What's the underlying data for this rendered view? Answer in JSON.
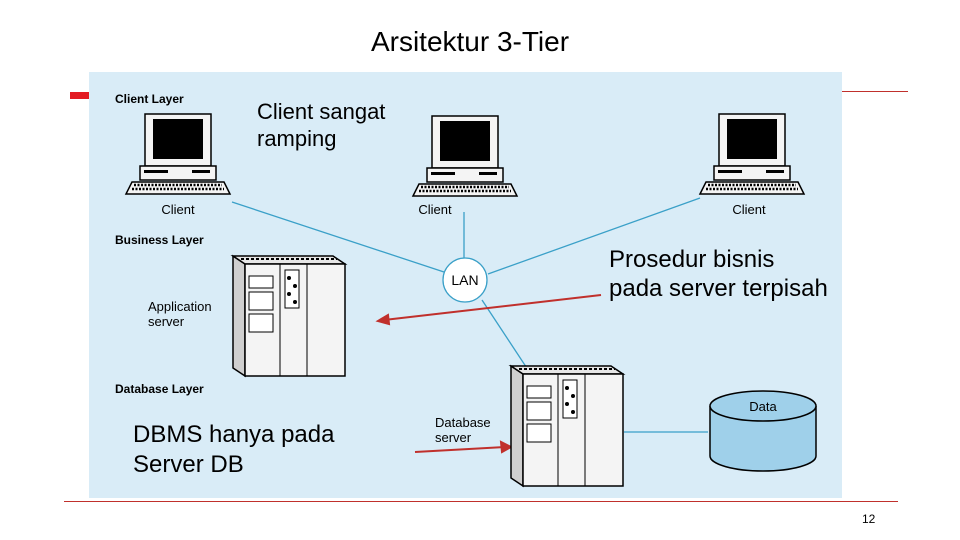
{
  "title": "Arsitektur 3-Tier",
  "page_number": "12",
  "colors": {
    "panel_bg": "#d9ecf7",
    "accent": "#e31b23",
    "connector": "#3aa0c8",
    "arrow": "#c0302c"
  },
  "layers": {
    "client": "Client Layer",
    "business": "Business Layer",
    "database": "Database Layer"
  },
  "nodes": {
    "client_1": "Client",
    "client_2": "Client",
    "client_3": "Client",
    "lan": "LAN",
    "app_server": [
      "Application",
      "server"
    ],
    "db_server": [
      "Database",
      "server"
    ],
    "data": "Data"
  },
  "callouts": {
    "client_thin": [
      "Client sangat",
      "ramping"
    ],
    "business_proc": [
      "Prosedur bisnis",
      "pada server terpisah"
    ],
    "dbms": [
      "DBMS hanya pada",
      "Server DB"
    ]
  }
}
